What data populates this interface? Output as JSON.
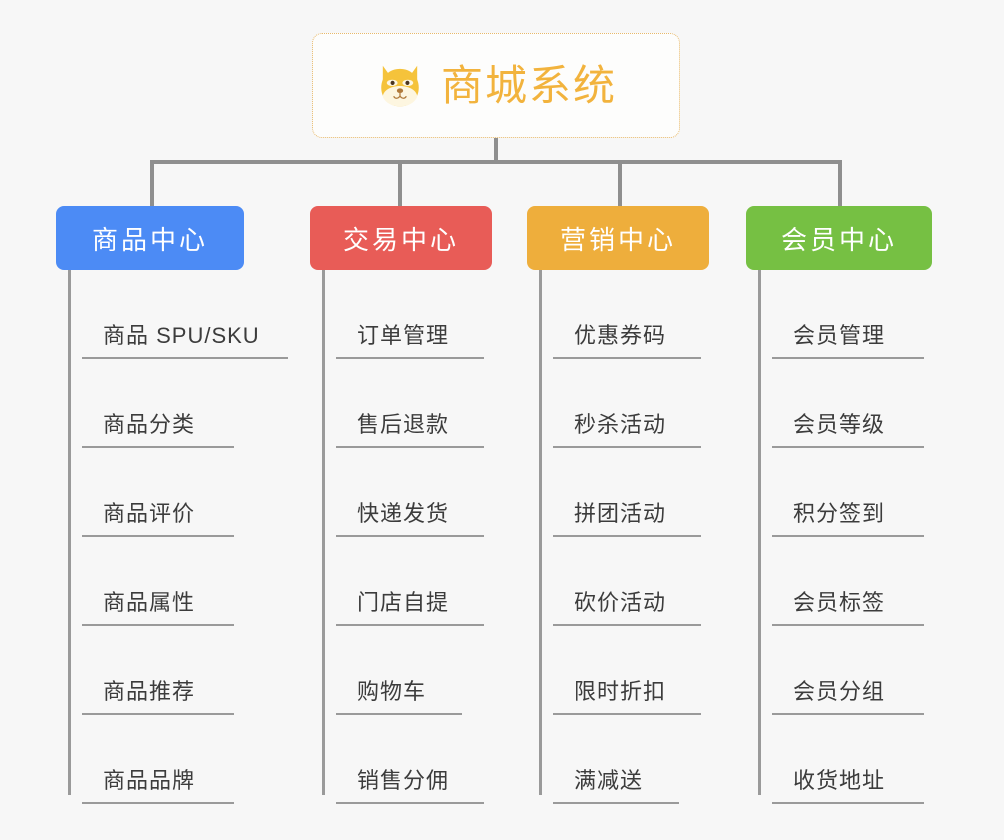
{
  "page": {
    "background_color": "#f7f7f7",
    "type": "org-chart"
  },
  "root": {
    "title": "商城系统",
    "icon": "shiba-dog-face-icon",
    "title_color": "#f2b33d",
    "border_color": "#e8b96a"
  },
  "connector": {
    "color": "#8f8f8f"
  },
  "columns": [
    {
      "category": "商品中心",
      "color": "#4c8bf5",
      "items": [
        "商品 SPU/SKU",
        "商品分类",
        "商品评价",
        "商品属性",
        "商品推荐",
        "商品品牌"
      ]
    },
    {
      "category": "交易中心",
      "color": "#e85c57",
      "items": [
        "订单管理",
        "售后退款",
        "快递发货",
        "门店自提",
        "购物车",
        "销售分佣"
      ]
    },
    {
      "category": "营销中心",
      "color": "#eeae3c",
      "items": [
        "优惠券码",
        "秒杀活动",
        "拼团活动",
        "砍价活动",
        "限时折扣",
        "满减送"
      ]
    },
    {
      "category": "会员中心",
      "color": "#76c043",
      "items": [
        "会员管理",
        "会员等级",
        "积分签到",
        "会员标签",
        "会员分组",
        "收货地址"
      ]
    }
  ]
}
